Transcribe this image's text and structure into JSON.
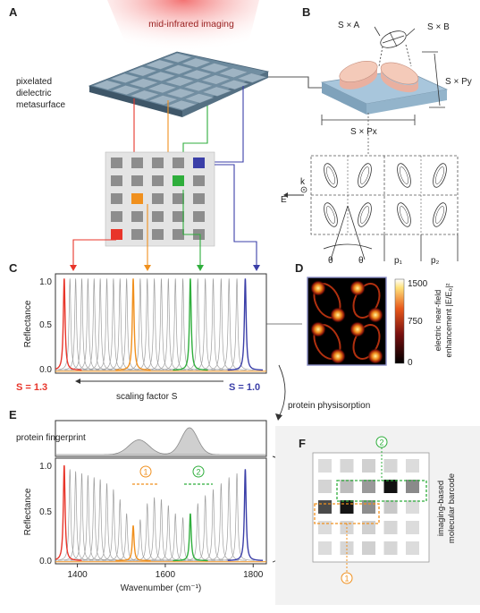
{
  "figure": {
    "panel_labels": {
      "a": "A",
      "b": "B",
      "c": "C",
      "d": "D",
      "e": "E",
      "f": "F"
    },
    "mid_ir_label": "mid-infrared imaging",
    "metasurface_label": [
      "pixelated",
      "dielectric",
      "metasurface"
    ],
    "panel_b": {
      "label_a": "S × A",
      "label_b": "S × B",
      "label_py": "S × Py",
      "label_px": "S × Px",
      "label_k": "k",
      "label_e": "E",
      "theta": "θ",
      "p1": "p₁",
      "p2": "p₂"
    },
    "colorbar": {
      "ticks": [
        "1500",
        "750",
        "0"
      ],
      "label": [
        "electric near-field",
        "enhancement |E/E₀|²"
      ]
    },
    "scaling": {
      "left": "S = 1.3",
      "right": "S = 1.0",
      "middle": "scaling factor S"
    },
    "protein_physisorption": "protein physisorption",
    "protein_fingerprint": "protein fingerprint",
    "barcode_label": [
      "imaging-based",
      "molecular barcode"
    ],
    "markers": {
      "one": "1",
      "two": "2"
    },
    "colors": {
      "red": "#e8352a",
      "orange": "#f0901e",
      "green": "#2fae3c",
      "blue": "#3b3fa8",
      "gray": "#9a9a9a"
    }
  },
  "chart_data": [
    {
      "panel": "C",
      "type": "line",
      "ylabel": "Reflectance",
      "yticks": [
        "1.0",
        "0.5",
        "0.0"
      ],
      "ylim": [
        0,
        1.05
      ],
      "xlim": [
        1350,
        1830
      ],
      "peaks": [
        1370,
        1383,
        1396,
        1410,
        1424,
        1438,
        1452,
        1467,
        1482,
        1497,
        1512,
        1527,
        1543,
        1559,
        1575,
        1591,
        1607,
        1623,
        1640,
        1657,
        1674,
        1691,
        1709,
        1727,
        1745,
        1763,
        1782
      ],
      "highlighted": [
        {
          "color": "red",
          "peak": 1370
        },
        {
          "color": "orange",
          "peak": 1527
        },
        {
          "color": "green",
          "peak": 1657
        },
        {
          "color": "blue",
          "peak": 1782
        }
      ]
    },
    {
      "panel": "E",
      "type": "line",
      "ylabel": "Reflectance",
      "xlabel": "Wavenumber (cm⁻¹)",
      "yticks": [
        "1.0",
        "0.5",
        "0.0"
      ],
      "xticks": [
        1400,
        1600,
        1800
      ],
      "ylim": [
        0,
        1.05
      ],
      "xlim": [
        1350,
        1830
      ],
      "peaks": [
        1370,
        1383,
        1396,
        1410,
        1424,
        1438,
        1452,
        1467,
        1482,
        1497,
        1512,
        1527,
        1543,
        1559,
        1575,
        1591,
        1607,
        1623,
        1640,
        1657,
        1674,
        1691,
        1709,
        1727,
        1745,
        1763,
        1782
      ],
      "peak_heights": [
        0.98,
        0.94,
        0.92,
        0.9,
        0.88,
        0.86,
        0.84,
        0.8,
        0.74,
        0.64,
        0.5,
        0.38,
        0.44,
        0.6,
        0.66,
        0.64,
        0.58,
        0.5,
        0.46,
        0.5,
        0.6,
        0.68,
        0.74,
        0.8,
        0.86,
        0.9,
        0.94
      ],
      "highlighted": [
        {
          "color": "red",
          "peak": 1370
        },
        {
          "color": "orange",
          "peak": 1527
        },
        {
          "color": "green",
          "peak": 1657
        },
        {
          "color": "blue",
          "peak": 1782
        }
      ],
      "fingerprint": {
        "peaks": [
          {
            "center": 1540,
            "height": 0.55,
            "width": 32
          },
          {
            "center": 1655,
            "height": 1.0,
            "width": 26
          }
        ]
      }
    }
  ]
}
